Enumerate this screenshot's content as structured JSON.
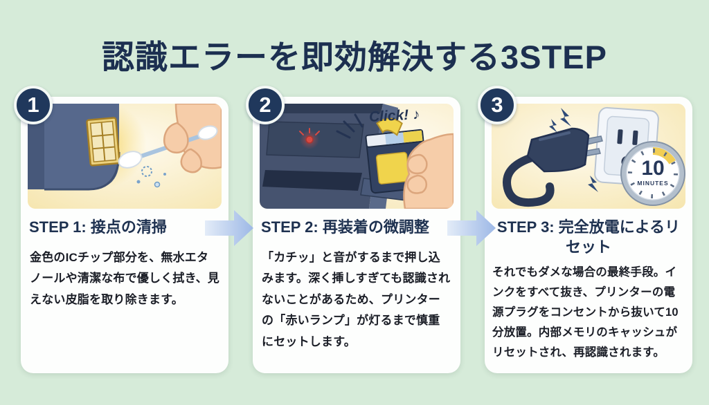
{
  "page": {
    "title": "認識エラーを即効解決する3STEP"
  },
  "colors": {
    "background": "#d6ebd9",
    "card": "#fdfefd",
    "badge_navy": "#20385c",
    "title_navy": "#1c2f50",
    "arrow_gradient_from": "#e3ecf8",
    "arrow_gradient_to": "#9db8e6",
    "glow_yellow": "#f6d76a",
    "lamp_red": "#d94a42"
  },
  "steps": [
    {
      "number": "1",
      "heading": "STEP 1: 接点の清掃",
      "body": "金色のICチップ部分を、無水エタノールや清潔な布で優しく拭き、見えない皮脂を取り除きます。",
      "illustration": "cotton-swab-cleaning-gold-ic-chip"
    },
    {
      "number": "2",
      "heading": "STEP 2: 再装着の微調整",
      "body": "「カチッ」と音がするまで押し込みます。深く挿しすぎても認識されないことがあるため、プリンターの「赤いランプ」が灯るまで慎重にセットします。",
      "click_label": "Click! ♪",
      "illustration": "hand-reinserting-ink-cartridge-into-printer"
    },
    {
      "number": "3",
      "heading": "STEP 3: 完全放電によるリセット",
      "body": "それでもダメな場合の最終手段。インクをすべて抜き、プリンターの電源プラグをコンセントから抜いて10分放置。内部メモリのキャッシュがリセットされ、再認識されます。",
      "timer": {
        "value": "10",
        "unit": "MINUTES"
      },
      "illustration": "power-plug-unplugged-from-outlet-with-10-minute-timer"
    }
  ]
}
